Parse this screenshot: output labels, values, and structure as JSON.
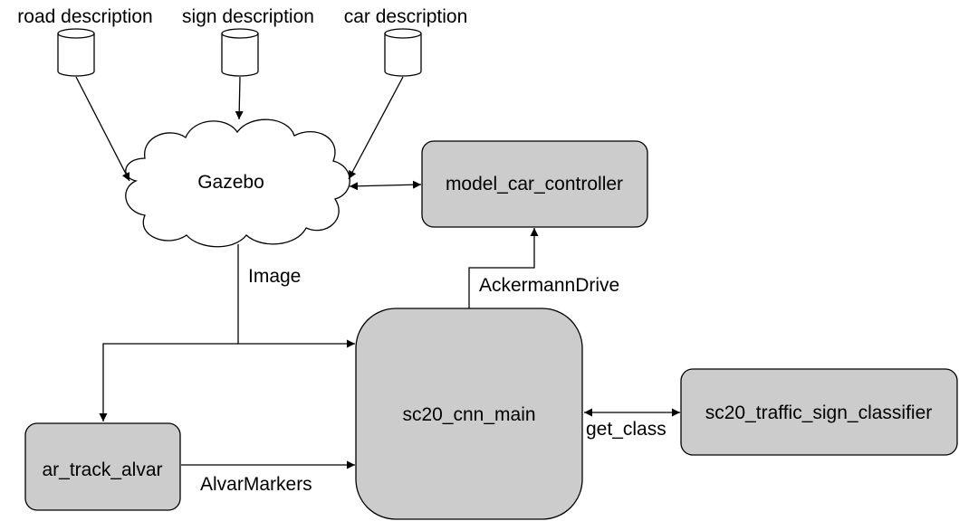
{
  "sources": {
    "road": "road description",
    "sign": "sign description",
    "car": "car description"
  },
  "nodes": {
    "gazebo": "Gazebo",
    "model_car_controller": "model_car_controller",
    "sc20_cnn_main": "sc20_cnn_main",
    "ar_track_alvar": "ar_track_alvar",
    "sc20_traffic_sign_classifier": "sc20_traffic_sign_classifier"
  },
  "edges": {
    "image": "Image",
    "ackermann": "AckermannDrive",
    "alvar_markers": "AlvarMarkers",
    "get_class": "get_class"
  },
  "colors": {
    "node_fill": "#cccccc",
    "stroke": "#000000",
    "background": "#ffffff"
  }
}
